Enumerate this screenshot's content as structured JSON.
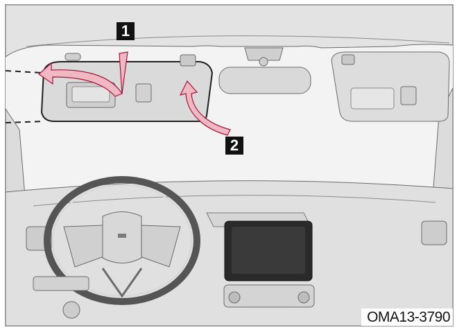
{
  "figure": {
    "code": "OMA13-3790",
    "callouts": [
      "1",
      "2"
    ],
    "colors": {
      "background": "#ececec",
      "arrow": "#f0b8c2",
      "arrow_outline": "#a2153a",
      "line": "#2b2b2b"
    }
  }
}
